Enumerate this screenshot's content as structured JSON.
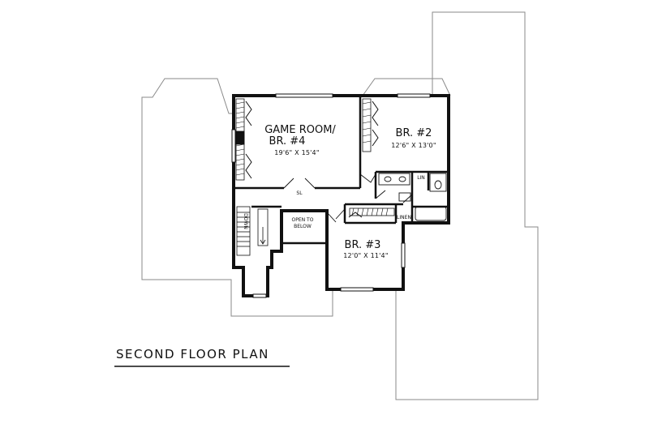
{
  "plan": {
    "title": "SECOND FLOOR PLAN",
    "rooms": {
      "game_room": {
        "name_line1": "GAME ROOM/",
        "name_line2": "BR. #4",
        "dims": "19'6\" X 15'4\""
      },
      "br2": {
        "name": "BR. #2",
        "dims": "12'6\" X 13'0\""
      },
      "br3": {
        "name": "BR. #3",
        "dims": "12'0\" X 11'4\""
      }
    },
    "labels": {
      "open_line1": "OPEN TO",
      "open_line2": "BELOW",
      "linen": "LINEN",
      "lin": "LIN",
      "down": "DOWN",
      "door_mark": "SL"
    }
  }
}
